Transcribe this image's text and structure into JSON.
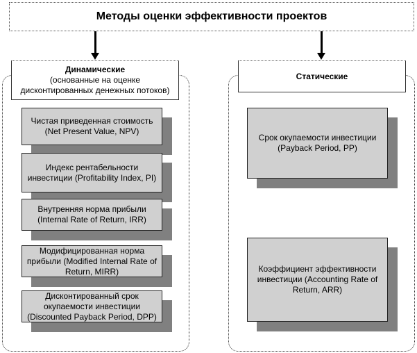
{
  "title": "Методы оценки эффективности проектов",
  "groups": {
    "dynamic": {
      "title": "Динамические",
      "subtitle": "(основанные на оценке дисконтированных денежных потоков)",
      "methods": [
        {
          "label": "Чистая приведенная стоимость (Net Present Value, NPV)"
        },
        {
          "label": "Индекс рентабельности инвестиции (Profitability Index, PI)"
        },
        {
          "label": "Внутренняя норма прибыли (Internal Rate of Return, IRR)"
        },
        {
          "label": "Модифицированная норма прибыли  (Modified Internal Rate of Return, MIRR)"
        },
        {
          "label": "Дисконтированный срок окупаемости инвестиции (Discounted Payback Period, DPP)"
        }
      ]
    },
    "static": {
      "title": "Статические",
      "methods": [
        {
          "label": "Срок окупаемости инвестиции (Payback Period, PP)"
        },
        {
          "label": "Коэффициент эффективности инвестиции (Accounting Rate of Return, ARR)"
        }
      ]
    }
  },
  "colors": {
    "box_fill": "#d0d0d0",
    "shadow": "#808080",
    "border": "#222222"
  }
}
